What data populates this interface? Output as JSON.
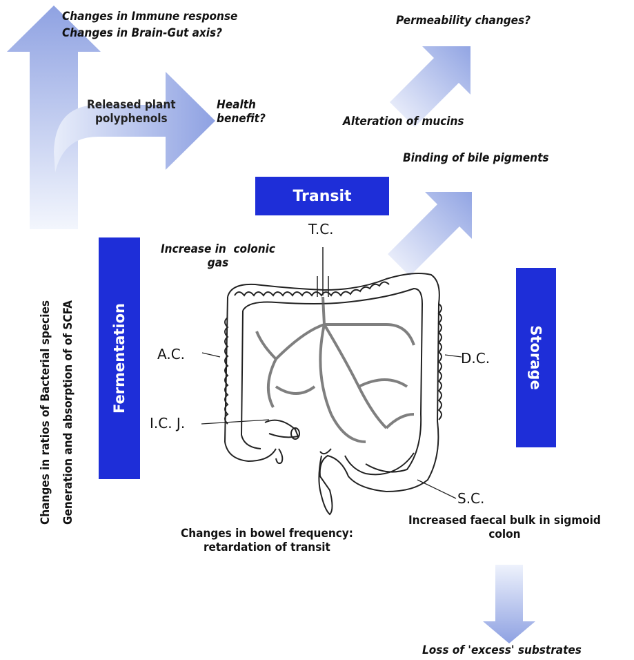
{
  "labels": {
    "immune": "Changes in Immune response",
    "brain_gut": "Changes in Brain-Gut axis?",
    "permeability": "Permeability changes?",
    "released": "Released plant\npolyphenols",
    "health": "Health\nbenefit?",
    "mucins": "Alteration of mucins",
    "bile": "Binding of bile pigments",
    "colonic_gas": "Increase in  colonic\ngas",
    "bowel": "Changes in bowel frequency:\nretardation of transit",
    "faecal": "Increased faecal bulk in sigmoid\ncolon",
    "loss": "Loss of 'excess' substrates",
    "ratios": "Changes in ratios of Bacterial species",
    "scfa": "Generation and absorption of  of SCFA"
  },
  "boxes": {
    "transit": "Transit",
    "fermentation": "Fermentation",
    "storage": "Storage"
  },
  "anatomy": {
    "tc": "T.C.",
    "ac": "A.C.",
    "dc": "D.C.",
    "icj": "I.C. J.",
    "sc": "S.C."
  },
  "colors": {
    "box_blue": "#1e2ed8",
    "arrow_dark": "#94a6e3",
    "arrow_light": "#e9eefb"
  }
}
